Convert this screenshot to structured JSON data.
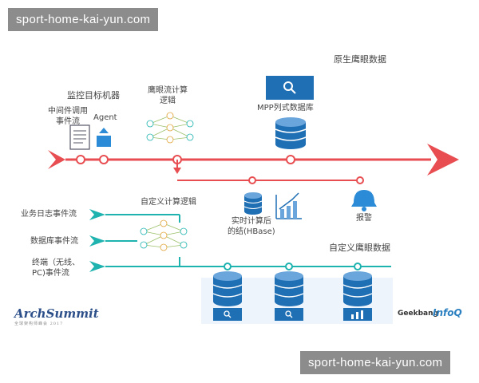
{
  "watermark_top": "sport-home-kai-yun.com",
  "watermark_bottom": "sport-home-kai-yun.com",
  "labels": {
    "eagle_original": "原生鹰眼数据",
    "monitor_target": "监控目标机器",
    "middleware_flow": "中间件调用\n事件流",
    "agent": "Agent",
    "eagle_stream_calc": "鹰眼流计算\n逻辑",
    "mpp_db": "MPP列式数据库",
    "custom_calc": "自定义计算逻辑",
    "realtime_result": "实时计算后\n的结(HBase)",
    "alert": "报警",
    "biz_log_flow": "业务日志事件流",
    "db_event_flow": "数据库事件流",
    "terminal_flow": "终端（无线、\nPC)事件流",
    "custom_eagle": "自定义鹰眼数据"
  },
  "logos": {
    "archsummit": "ArchSummit",
    "archsummit_sub": "全球架构师峰会 2017",
    "geekbang": "Geekbang",
    "infoq": "InfoQ"
  },
  "colors": {
    "red": "#e84e51",
    "teal": "#1fb3b0",
    "blue": "#1f6fb5",
    "light_blue": "#cfe2f3"
  }
}
